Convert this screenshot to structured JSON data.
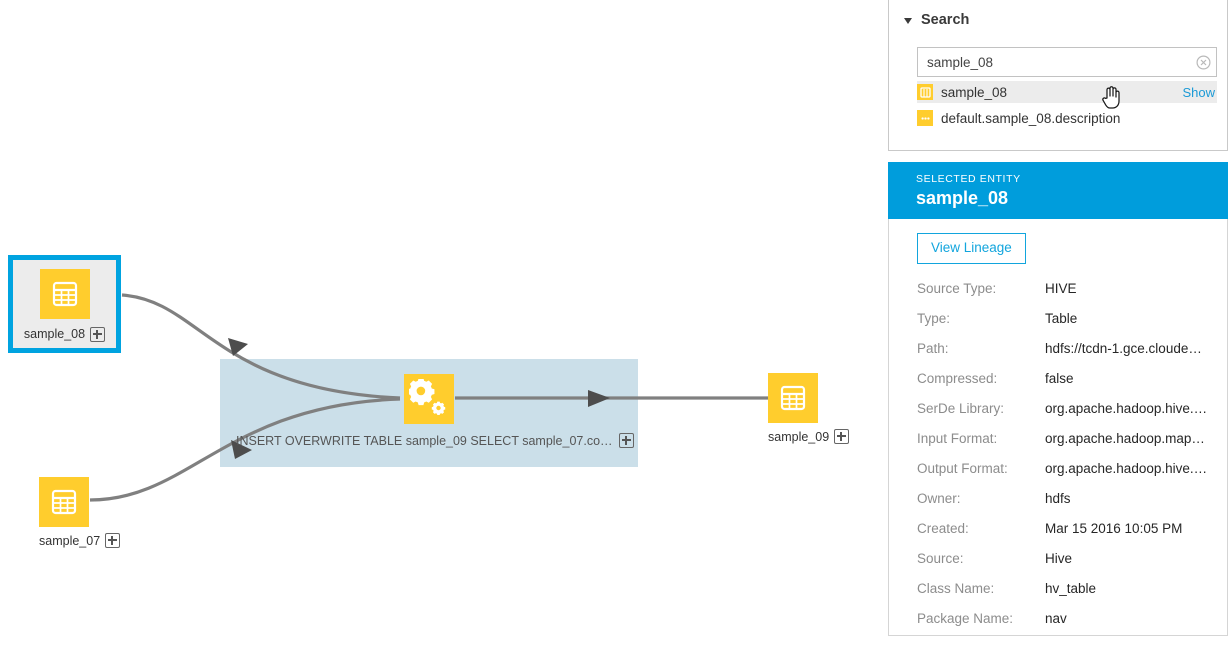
{
  "search": {
    "header_label": "Search",
    "chevron_icon": "chevron-down-icon",
    "input_value": "sample_08",
    "input_placeholder": "Search",
    "clear_icon": "clear-circle-icon",
    "results": [
      {
        "icon": "table-icon",
        "label": "sample_08",
        "action_label": "Show",
        "selected": true
      },
      {
        "icon": "description-icon",
        "label": "default.sample_08.description",
        "action_label": "",
        "selected": false
      }
    ]
  },
  "cursor": {
    "icon": "pointing-hand-cursor"
  },
  "entity": {
    "kicker": "SELECTED ENTITY",
    "title": "sample_08",
    "view_lineage_label": "View Lineage",
    "properties": [
      {
        "key": "Source Type:",
        "value": "HIVE"
      },
      {
        "key": "Type:",
        "value": "Table"
      },
      {
        "key": "Path:",
        "value": "hdfs://tcdn-1.gce.cloude…"
      },
      {
        "key": "Compressed:",
        "value": "false"
      },
      {
        "key": "SerDe Library:",
        "value": "org.apache.hadoop.hive.…"
      },
      {
        "key": "Input Format:",
        "value": "org.apache.hadoop.map…"
      },
      {
        "key": "Output Format:",
        "value": "org.apache.hadoop.hive.…"
      },
      {
        "key": "Owner:",
        "value": "hdfs"
      },
      {
        "key": "Created:",
        "value": "Mar 15 2016 10:05 PM"
      },
      {
        "key": "Source:",
        "value": "Hive"
      },
      {
        "key": "Class Name:",
        "value": "hv_table"
      },
      {
        "key": "Package Name:",
        "value": "nav"
      }
    ]
  },
  "lineage": {
    "nodes": [
      {
        "id": "sample_08",
        "label": "sample_08",
        "icon": "table-icon",
        "selected": true,
        "expander": "plus-icon"
      },
      {
        "id": "sample_07",
        "label": "sample_07",
        "icon": "table-icon",
        "selected": false,
        "expander": "plus-icon"
      },
      {
        "id": "sample_09",
        "label": "sample_09",
        "icon": "table-icon",
        "selected": false,
        "expander": "plus-icon"
      },
      {
        "id": "operation",
        "label": "",
        "icon": "gear-icon",
        "selected": false,
        "expander": ""
      }
    ],
    "operation_caption": "INSERT OVERWRITE TABLE sample_09 SELECT sample_07.co…",
    "operation_expander": "plus-icon"
  },
  "colors": {
    "accent_blue": "#009ddc",
    "selection_blue": "#00a3e0",
    "node_yellow": "#ffcd2d",
    "op_panel_blue": "#cbdfe9",
    "edge_gray": "#808080",
    "link_blue": "#1b9ad6"
  }
}
